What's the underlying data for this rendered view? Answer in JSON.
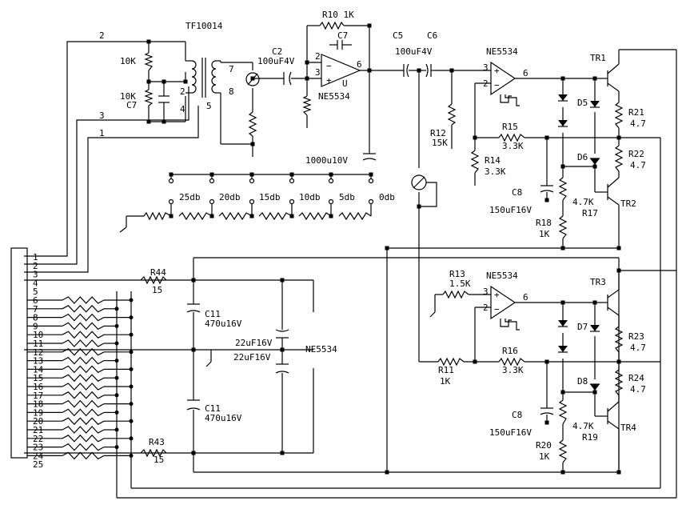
{
  "title": "",
  "labels": {
    "transformer": "TF10014",
    "r10": "R10  1K",
    "c7_top": "C7",
    "c2": "C2",
    "c2_val": "100uF4V",
    "u1": "NE5534",
    "u_letter": "U",
    "c5": "C5",
    "c6": "C6",
    "c56_val": "100uF4V",
    "u2": "NE5534",
    "tr1": "TR1",
    "tf_r1": "10K",
    "tf_r2": "10K",
    "tf_c7": "C7",
    "tf_pin2": "2",
    "tf_pin4": "4",
    "tf_pin5": "5",
    "tf_pin7": "7",
    "tf_pin8": "8",
    "wire2": "2",
    "wire3": "3",
    "wire1": "1",
    "pin_plus": "+",
    "pin_minus": "−",
    "u1_pin2": "2",
    "u1_pin3": "3",
    "u1_pin6": "6",
    "u2_pin3": "3",
    "u2_pin2": "2",
    "u2_pin6": "6",
    "d5": "D5",
    "r21": "R21",
    "r21_val": "4.7",
    "r12": "R12",
    "r12_val": "15K",
    "r15": "R15",
    "r15_val": "3.3K",
    "d6": "D6",
    "r22": "R22",
    "r22_val": "4.7",
    "r14": "R14",
    "r14_val": "3.3K",
    "c_1000": "1000u10V",
    "att": [
      "25db",
      "20db",
      "15db",
      "10db",
      "5db",
      "0db"
    ],
    "c8a": "C8",
    "c8a_val": "150uF16V",
    "r17_val": "4.7K",
    "r17": "R17",
    "tr2": "TR2",
    "r18": "R18",
    "r18_val": "1K",
    "r44": "R44",
    "r44_val": "15",
    "r13": "R13",
    "r13_val": "1.5K",
    "u3": "NE5534",
    "tr3": "TR3",
    "u3_pin3": "3",
    "u3_pin2": "2",
    "u3_pin6": "6",
    "c11a": "C11",
    "c11a_val": "470u16V",
    "d7": "D7",
    "r23": "R23",
    "r23_val": "4.7",
    "c22a": "22uF16V",
    "c22b": "22uF16V",
    "u_supply": "NE5534",
    "r16": "R16",
    "r16_val": "3.3K",
    "r11": "R11",
    "r11_val": "1K",
    "r24": "R24",
    "r24_val": "4.7",
    "d8": "D8",
    "c11b": "C11",
    "c11b_val": "470u16V",
    "c8b": "C8",
    "c8b_val": "150uF16V",
    "r19_val": "4.7K",
    "r19": "R19",
    "tr4": "TR4",
    "r20": "R20",
    "r20_val": "1K",
    "r43": "R43",
    "r43_val": "15"
  },
  "connector_pins": [
    "1",
    "2",
    "3",
    "4",
    "5",
    "6",
    "7",
    "8",
    "9",
    "10",
    "11",
    "12",
    "13",
    "14",
    "15",
    "16",
    "17",
    "18",
    "19",
    "20",
    "21",
    "22",
    "23",
    "24",
    "25"
  ]
}
